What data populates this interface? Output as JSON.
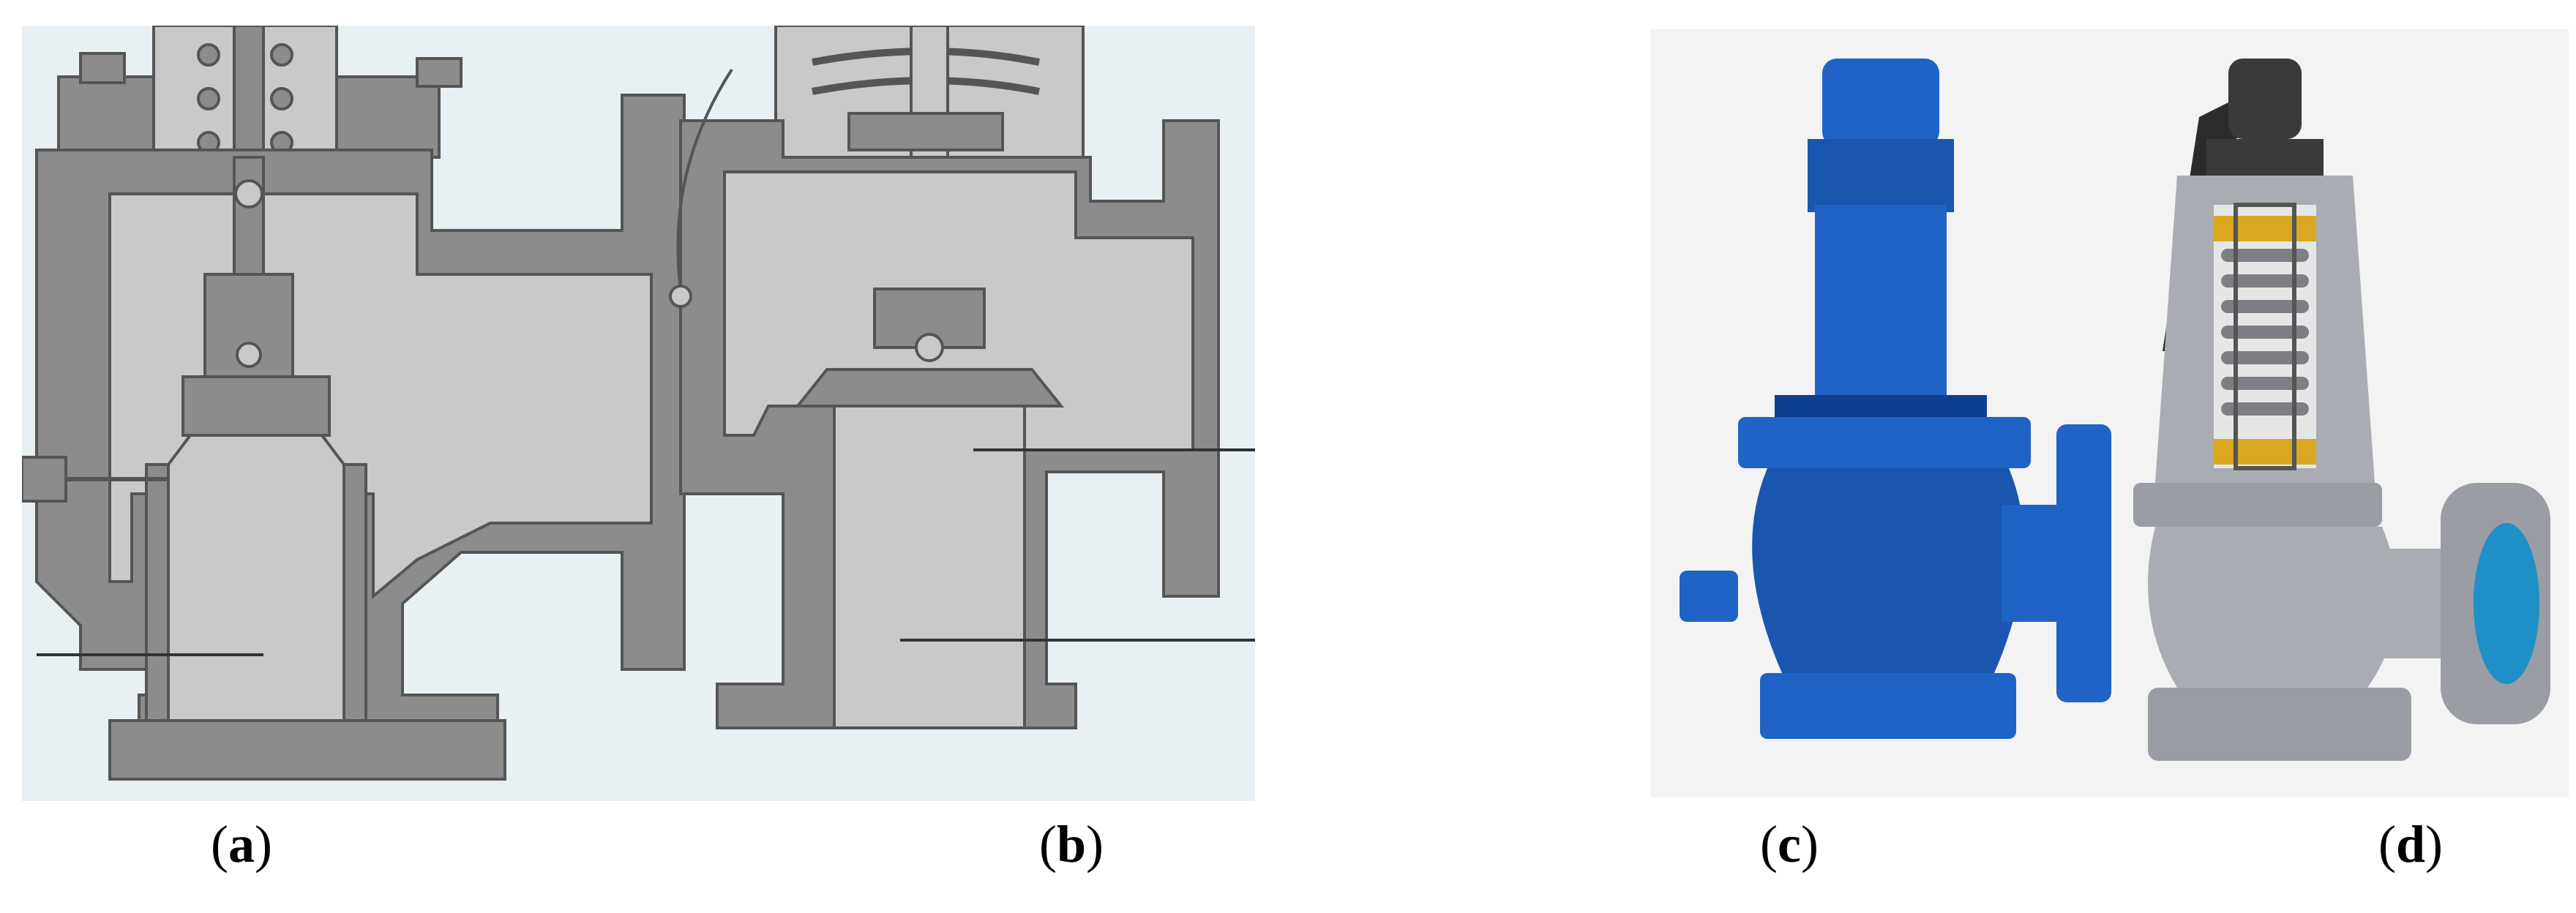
{
  "figure": {
    "captions": [
      {
        "id": "a",
        "open": "(",
        "letter": "a",
        "close": ")"
      },
      {
        "id": "b",
        "open": "(",
        "letter": "b",
        "close": ")"
      },
      {
        "id": "c",
        "open": "(",
        "letter": "c",
        "close": ")"
      },
      {
        "id": "d",
        "open": "(",
        "letter": "d",
        "close": ")"
      }
    ],
    "colors": {
      "drawing_bg": "#e8f0f4",
      "metal": "#8c8c8c",
      "metal_light": "#c9c9c9",
      "outline": "#555555",
      "blue_valve": "#1f63c6",
      "blue_dark": "#0e3f8f",
      "steel_valve": "#a9acb2",
      "spring_yellow": "#d9a820",
      "photo_bg": "#f3f3f3"
    },
    "icons": [
      "pressure-relief-valve-cross-section",
      "pressure-relief-valve-photo"
    ]
  }
}
